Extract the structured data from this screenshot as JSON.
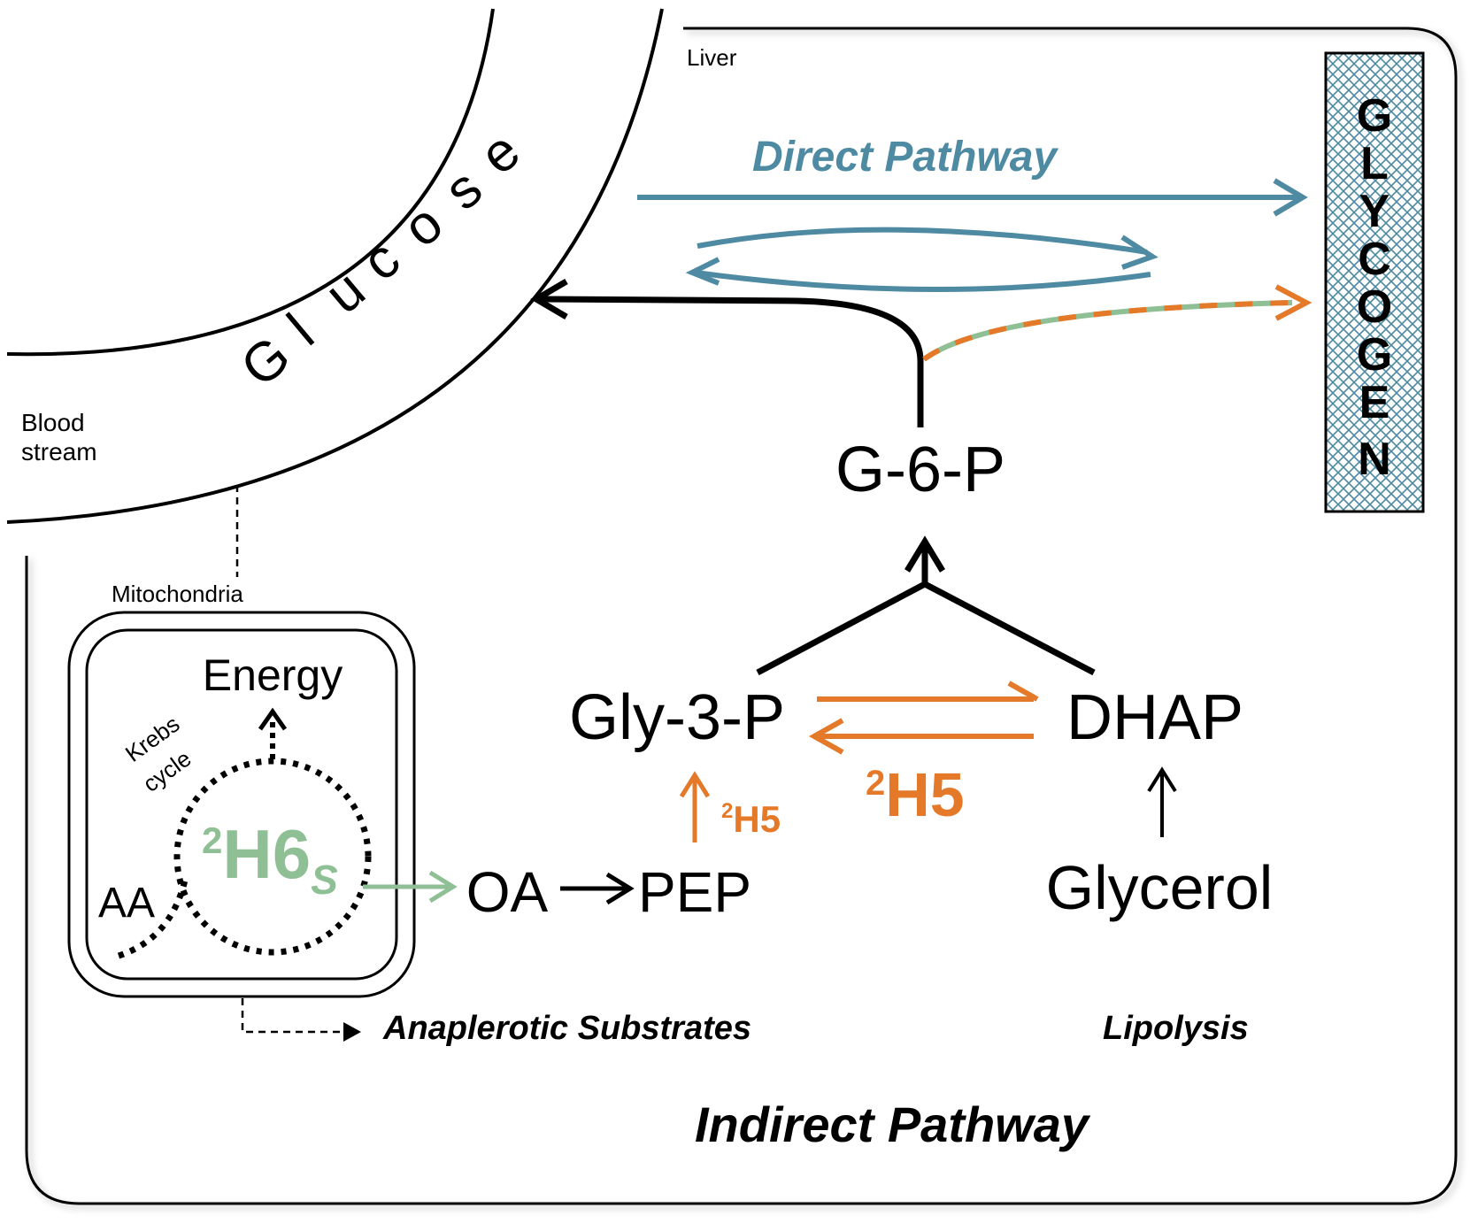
{
  "regions": {
    "liver": "Liver",
    "blood_stream_line1": "Blood",
    "blood_stream_line2": "stream",
    "mitochondria": "Mitochondria"
  },
  "glucose": {
    "letters": [
      "G",
      "l",
      "u",
      "c",
      "o",
      "s",
      "e"
    ]
  },
  "glycogen": {
    "letters": [
      "G",
      "L",
      "Y",
      "C",
      "O",
      "G",
      "E",
      "N"
    ]
  },
  "pathways": {
    "direct": "Direct Pathway",
    "indirect": "Indirect Pathway",
    "anaplerotic": "Anaplerotic Substrates",
    "lipolysis": "Lipolysis"
  },
  "metabolites": {
    "g6p": "G-6-P",
    "gly3p": "Gly-3-P",
    "dhap": "DHAP",
    "oa": "OA",
    "pep": "PEP",
    "glycerol": "Glycerol",
    "energy": "Energy",
    "aa": "AA"
  },
  "krebs": {
    "line1": "Krebs",
    "line2": "cycle"
  },
  "labels": {
    "h5_big": {
      "sup": "2",
      "main": "H5"
    },
    "h5_small": {
      "sup": "2",
      "main": "H5"
    },
    "h6s": {
      "sup": "2",
      "main": "H6",
      "sub": "S"
    }
  },
  "colors": {
    "direct": "#4f8aa3",
    "orange": "#e5792a",
    "green": "#8fbf94",
    "black": "#000000",
    "glycogen_pattern": "#4f8aa3"
  }
}
